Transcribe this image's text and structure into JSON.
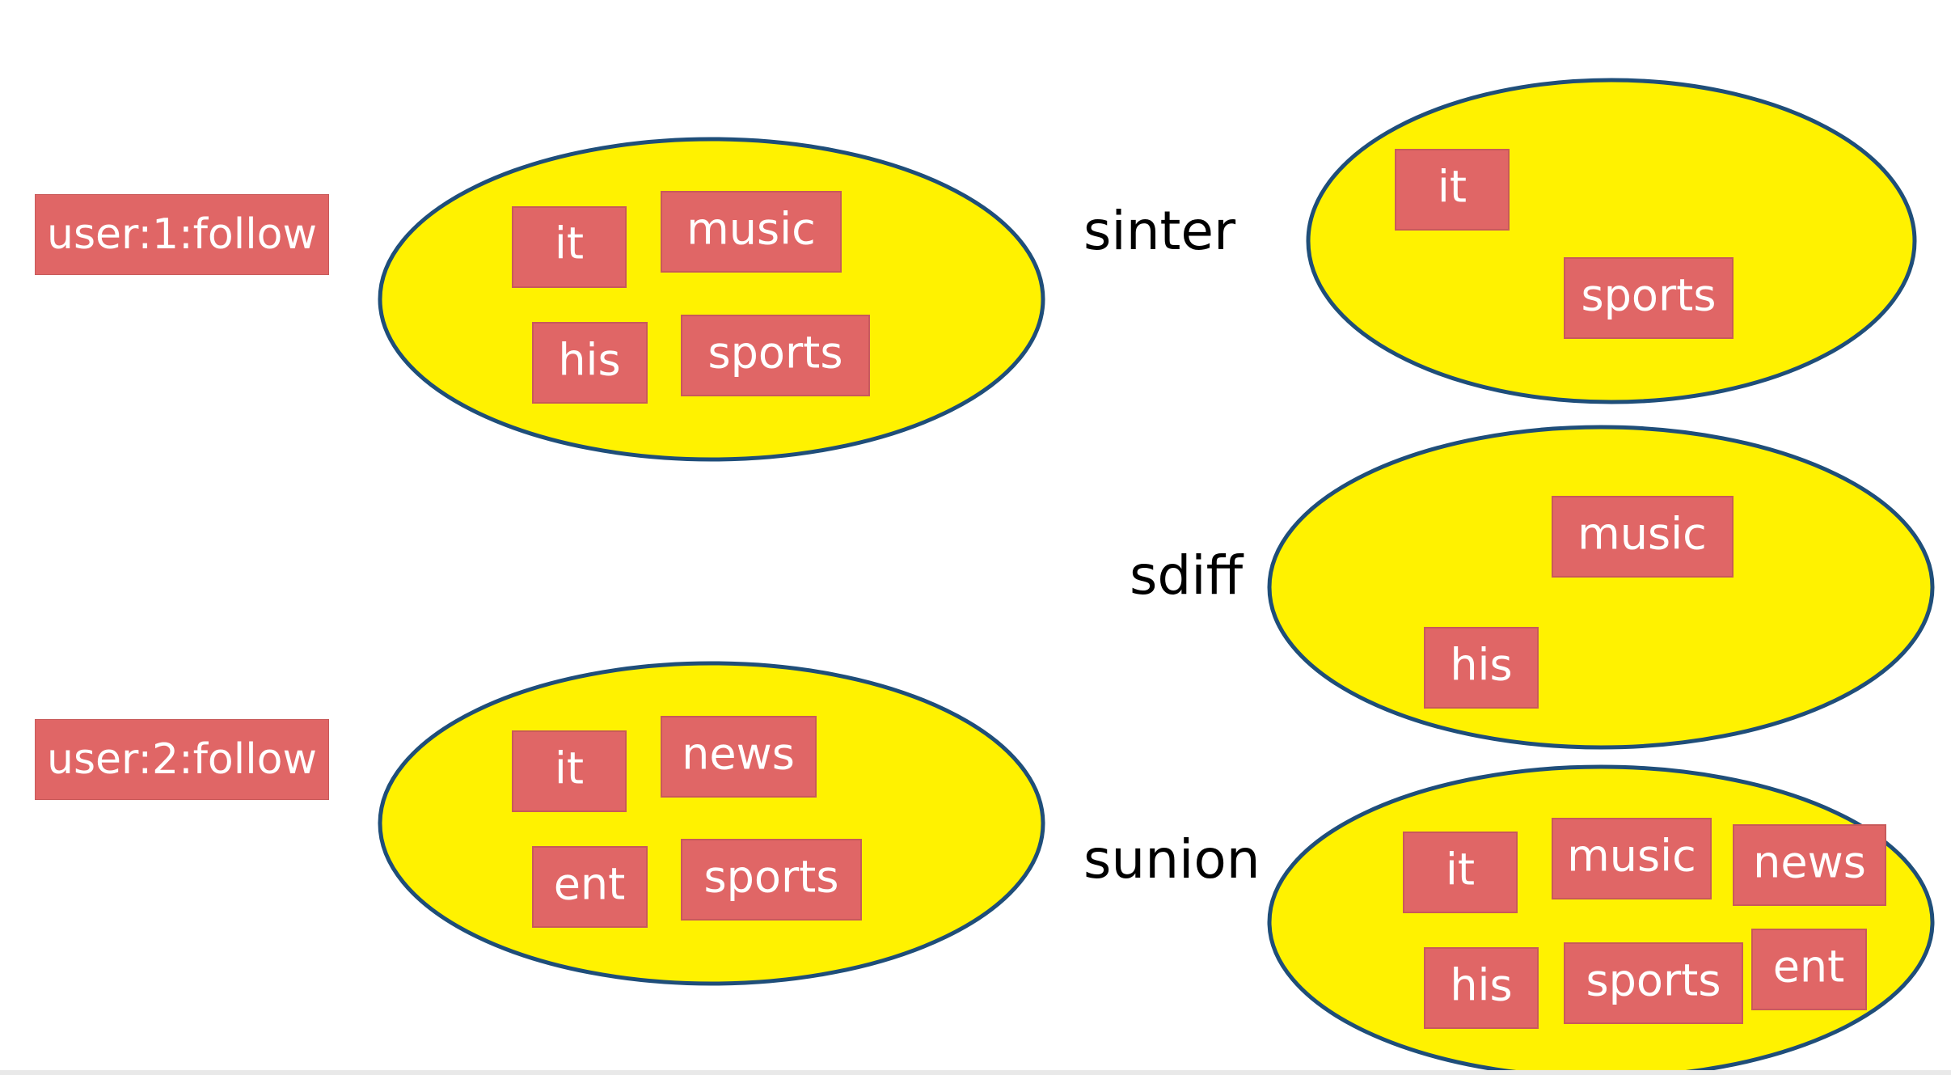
{
  "keys": {
    "user1": "user:1:follow",
    "user2": "user:2:follow"
  },
  "operations": {
    "sinter": "sinter",
    "sdiff": "sdiff",
    "sunion": "sunion"
  },
  "sets": {
    "user1": [
      "it",
      "music",
      "his",
      "sports"
    ],
    "user2": [
      "it",
      "news",
      "ent",
      "sports"
    ],
    "sinter_result": [
      "it",
      "sports"
    ],
    "sdiff_result": [
      "music",
      "his"
    ],
    "sunion_result": [
      "it",
      "music",
      "news",
      "his",
      "sports",
      "ent"
    ]
  },
  "colors": {
    "set_fill": "#fff200",
    "set_outline": "#1f4e79",
    "member_box": "#e06666",
    "member_text": "#ffffff"
  }
}
